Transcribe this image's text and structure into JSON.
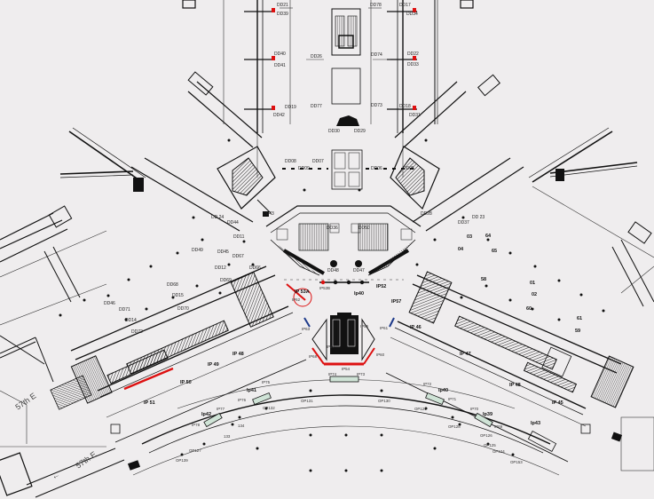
{
  "labels": {
    "top": [
      {
        "text": "DD39"
      },
      {
        "text": "DD21"
      },
      {
        "text": "DD78"
      },
      {
        "text": "DD17"
      },
      {
        "text": "DD34"
      },
      {
        "text": "DD40"
      },
      {
        "text": "DD41"
      },
      {
        "text": "DD26"
      },
      {
        "text": "DD74"
      },
      {
        "text": "DD22"
      },
      {
        "text": "DD33"
      },
      {
        "text": "DD19"
      },
      {
        "text": "DD77"
      },
      {
        "text": "DD73"
      },
      {
        "text": "DD18"
      },
      {
        "text": "DD42"
      },
      {
        "text": "DD31"
      },
      {
        "text": "DD30"
      },
      {
        "text": "DD29"
      },
      {
        "text": "DD08"
      },
      {
        "text": "DD09"
      },
      {
        "text": "DD07"
      },
      {
        "text": "DD06"
      },
      {
        "text": "DD05"
      },
      {
        "text": "DD43"
      },
      {
        "text": "DD 24"
      },
      {
        "text": "DD44"
      },
      {
        "text": "DD28"
      },
      {
        "text": "DD37"
      },
      {
        "text": "DD 23"
      },
      {
        "text": "DD11"
      },
      {
        "text": "DD36"
      },
      {
        "text": "DD50"
      },
      {
        "text": "DD48"
      },
      {
        "text": "DD47"
      },
      {
        "text": "DD45"
      },
      {
        "text": "DD12"
      },
      {
        "text": "DD69"
      },
      {
        "text": "DD49"
      },
      {
        "text": "DD67"
      },
      {
        "text": "DD66"
      },
      {
        "text": "DD68"
      },
      {
        "text": "DD71"
      },
      {
        "text": "DD15"
      },
      {
        "text": "DD70"
      },
      {
        "text": "DD14"
      },
      {
        "text": "DD72"
      },
      {
        "text": "DD46"
      },
      {
        "text": "03"
      },
      {
        "text": "04"
      },
      {
        "text": "64"
      },
      {
        "text": "65"
      },
      {
        "text": "01"
      },
      {
        "text": "02"
      },
      {
        "text": "60"
      },
      {
        "text": "61"
      },
      {
        "text": "59"
      },
      {
        "text": "58"
      }
    ],
    "gates": [
      {
        "text": "IP 53A"
      },
      {
        "text": "IP62"
      },
      {
        "text": "IP52B"
      },
      {
        "text": "IP52"
      },
      {
        "text": "Ip40"
      },
      {
        "text": "IP57"
      },
      {
        "text": "IP 48"
      },
      {
        "text": "IP 49"
      },
      {
        "text": "IP 50"
      },
      {
        "text": "IP 51"
      },
      {
        "text": "IP 46"
      },
      {
        "text": "IP 47"
      },
      {
        "text": "IP 48"
      },
      {
        "text": "IP 45"
      },
      {
        "text": "IP63"
      },
      {
        "text": "IP67"
      },
      {
        "text": "IP68"
      },
      {
        "text": "IP55"
      },
      {
        "text": "IP61"
      },
      {
        "text": "IP60"
      },
      {
        "text": "IP54"
      },
      {
        "text": "IP74"
      },
      {
        "text": "IP73"
      },
      {
        "text": "Ip41"
      },
      {
        "text": "Ip42"
      },
      {
        "text": "Ip40"
      },
      {
        "text": "Ip39"
      },
      {
        "text": "Ip43"
      }
    ],
    "bottom": [
      {
        "text": "IP76"
      },
      {
        "text": "IP75"
      },
      {
        "text": "OP132"
      },
      {
        "text": "OP131"
      },
      {
        "text": "OP130"
      },
      {
        "text": "IP72"
      },
      {
        "text": "IP71"
      },
      {
        "text": "OP129"
      },
      {
        "text": "OP128"
      },
      {
        "text": "IP77"
      },
      {
        "text": "IP78"
      },
      {
        "text": "IP70"
      },
      {
        "text": "IP69"
      },
      {
        "text": "134"
      },
      {
        "text": "133"
      },
      {
        "text": "OP127"
      },
      {
        "text": "OP126"
      },
      {
        "text": "OP125"
      },
      {
        "text": "OP124"
      },
      {
        "text": "OP139"
      },
      {
        "text": "OP153"
      }
    ]
  },
  "streets": [
    {
      "text": "57th E"
    },
    {
      "text": "57th E"
    }
  ],
  "arrow": "←"
}
